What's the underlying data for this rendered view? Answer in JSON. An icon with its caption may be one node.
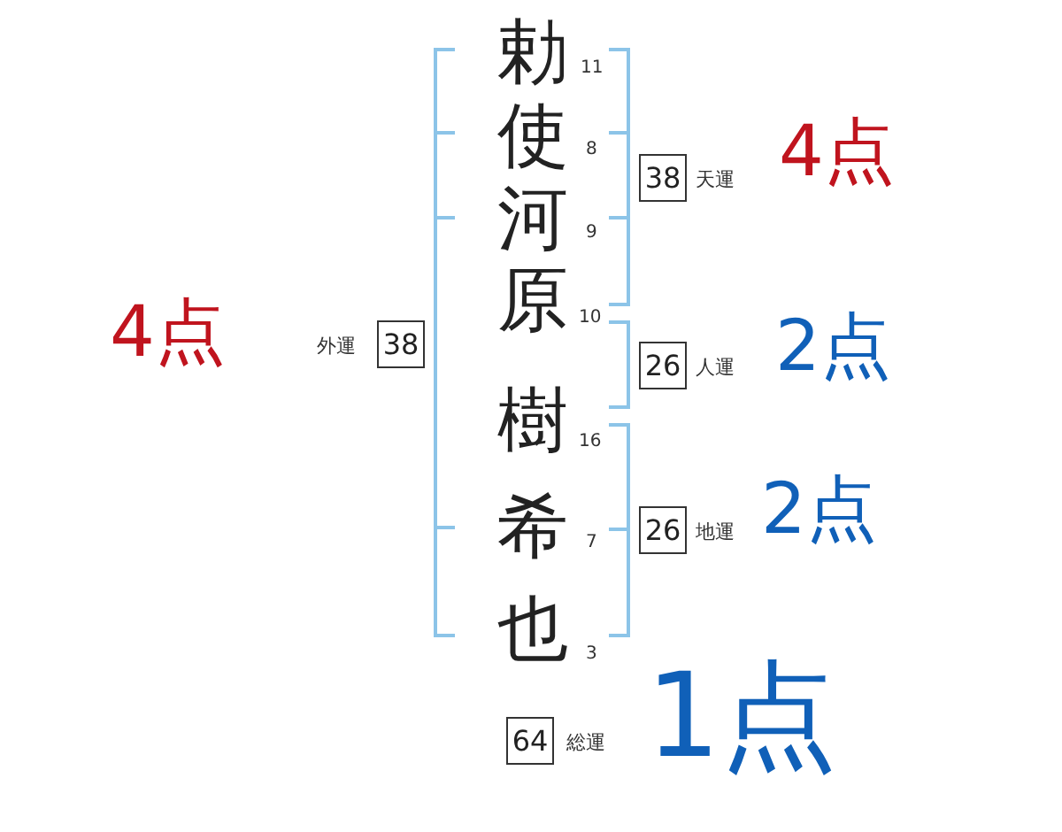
{
  "diagram": {
    "nodes": [
      {
        "text": [
          "38"
        ],
        "beside": [
          "外運"
        ]
      },
      {
        "text": [
          "38"
        ],
        "beside": [
          "天運"
        ]
      },
      {
        "text": [
          "26"
        ],
        "beside": [
          "人運"
        ]
      },
      {
        "text": [
          "26"
        ],
        "beside": [
          "地運"
        ]
      },
      {
        "text": [
          "64"
        ],
        "beside": [
          "総運"
        ]
      }
    ],
    "edges": [],
    "labels": [
      "勅",
      "11",
      "使",
      "8",
      "河",
      "9",
      "原",
      "10",
      "樹",
      "16",
      "希",
      "7",
      "也",
      "3",
      "4点",
      "4点",
      "2点",
      "2点",
      "1点"
    ]
  }
}
